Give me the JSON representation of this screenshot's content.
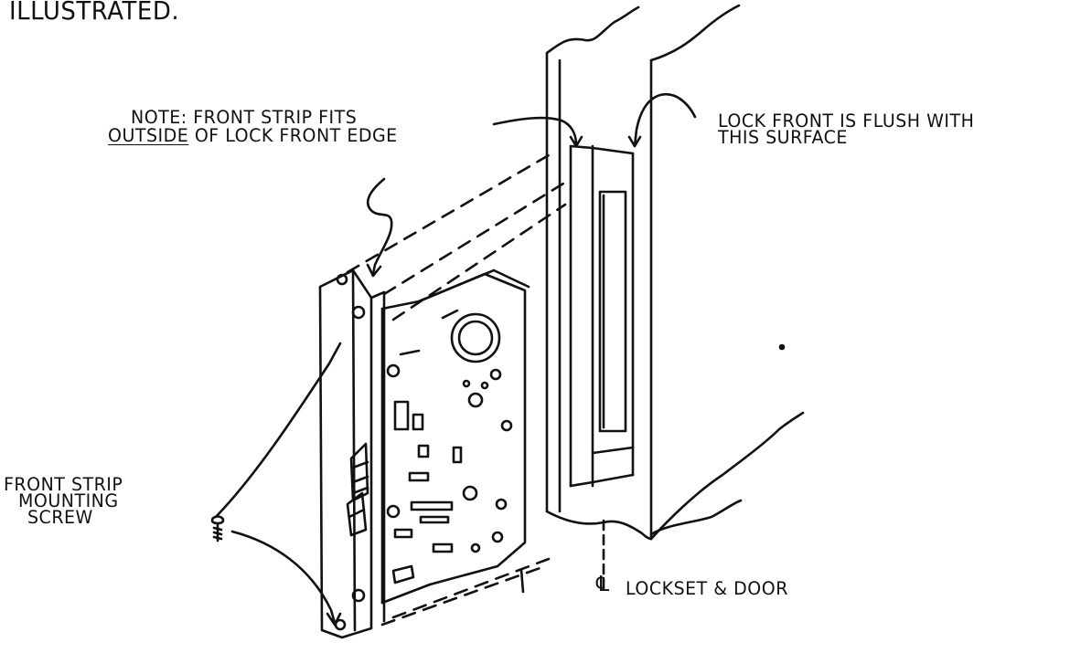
{
  "header_fragment": "ILLUSTRATED.",
  "callouts": {
    "note_line1": "NOTE: FRONT STRIP FITS",
    "note_line2_underlined": "OUTSIDE",
    "note_line2_rest": " OF LOCK FRONT EDGE",
    "flush_line1": "LOCK FRONT IS FLUSH WITH",
    "flush_line2": "THIS SURFACE",
    "screw_line1": "FRONT STRIP",
    "screw_line2": "MOUNTING",
    "screw_line3": "SCREW",
    "centerline_symbol": "℄",
    "centerline_label": "LOCKSET & DOOR"
  },
  "colors": {
    "ink": "#111111",
    "paper": "#ffffff"
  }
}
